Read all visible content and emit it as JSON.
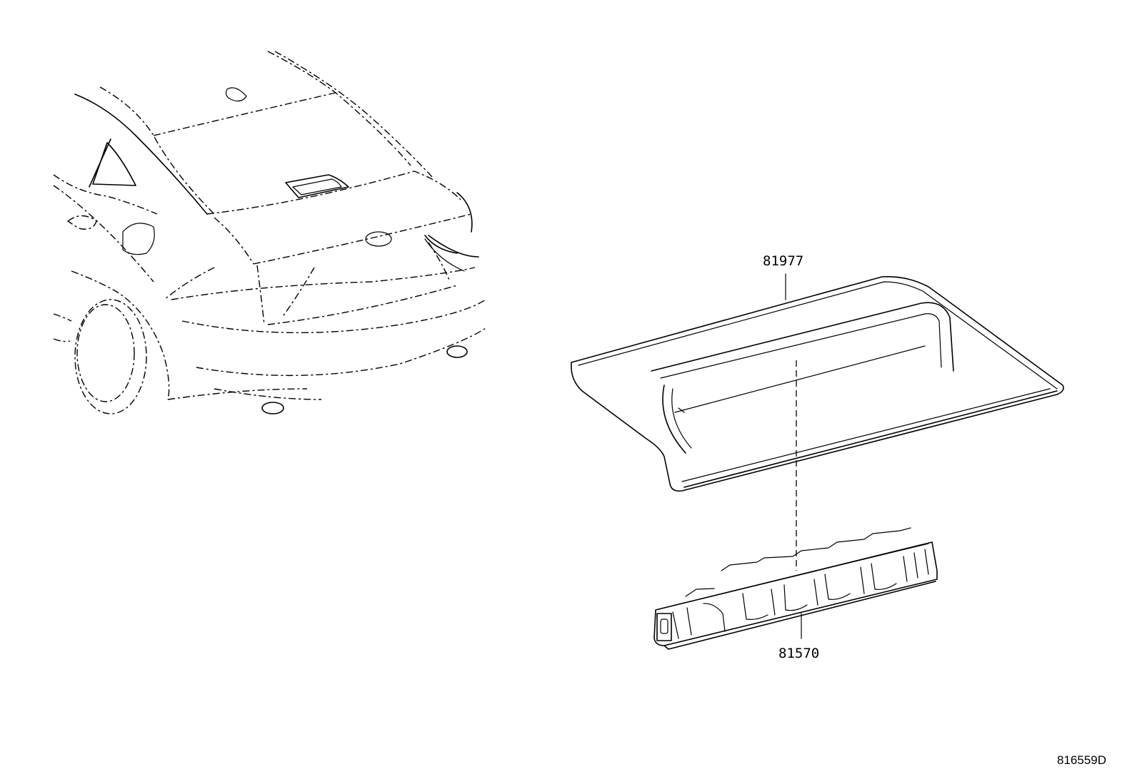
{
  "diagram": {
    "parts": [
      {
        "number": "81977"
      },
      {
        "number": "81570"
      }
    ],
    "drawing_id": "816559D"
  },
  "colors": {
    "line": "#000000",
    "background": "#ffffff"
  }
}
